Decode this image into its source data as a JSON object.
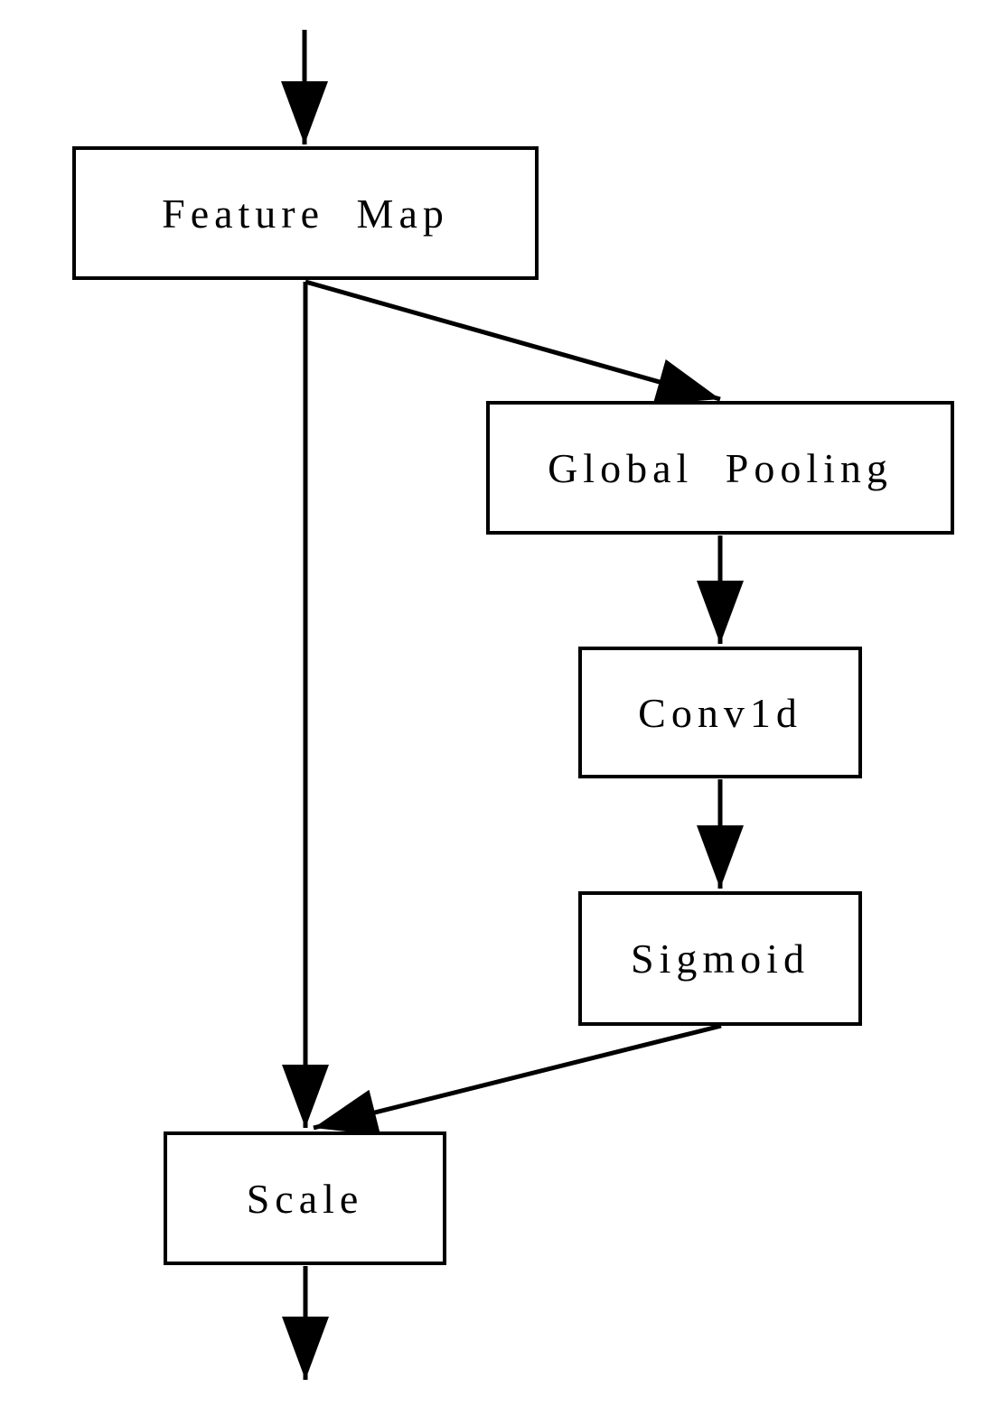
{
  "diagram": {
    "type": "flowchart",
    "nodes": [
      {
        "id": "feature-map",
        "label": "Feature Map"
      },
      {
        "id": "global-pooling",
        "label": "Global Pooling"
      },
      {
        "id": "conv1d",
        "label": "Conv1d"
      },
      {
        "id": "sigmoid",
        "label": "Sigmoid"
      },
      {
        "id": "scale",
        "label": "Scale"
      }
    ],
    "edges": [
      {
        "from": "input",
        "to": "feature-map"
      },
      {
        "from": "feature-map",
        "to": "global-pooling"
      },
      {
        "from": "global-pooling",
        "to": "conv1d"
      },
      {
        "from": "conv1d",
        "to": "sigmoid"
      },
      {
        "from": "sigmoid",
        "to": "scale"
      },
      {
        "from": "feature-map",
        "to": "scale"
      },
      {
        "from": "scale",
        "to": "output"
      }
    ],
    "colors": {
      "line": "#000000",
      "box_border": "#000000",
      "box_fill": "#ffffff",
      "text": "#000000",
      "background": "#ffffff"
    }
  }
}
